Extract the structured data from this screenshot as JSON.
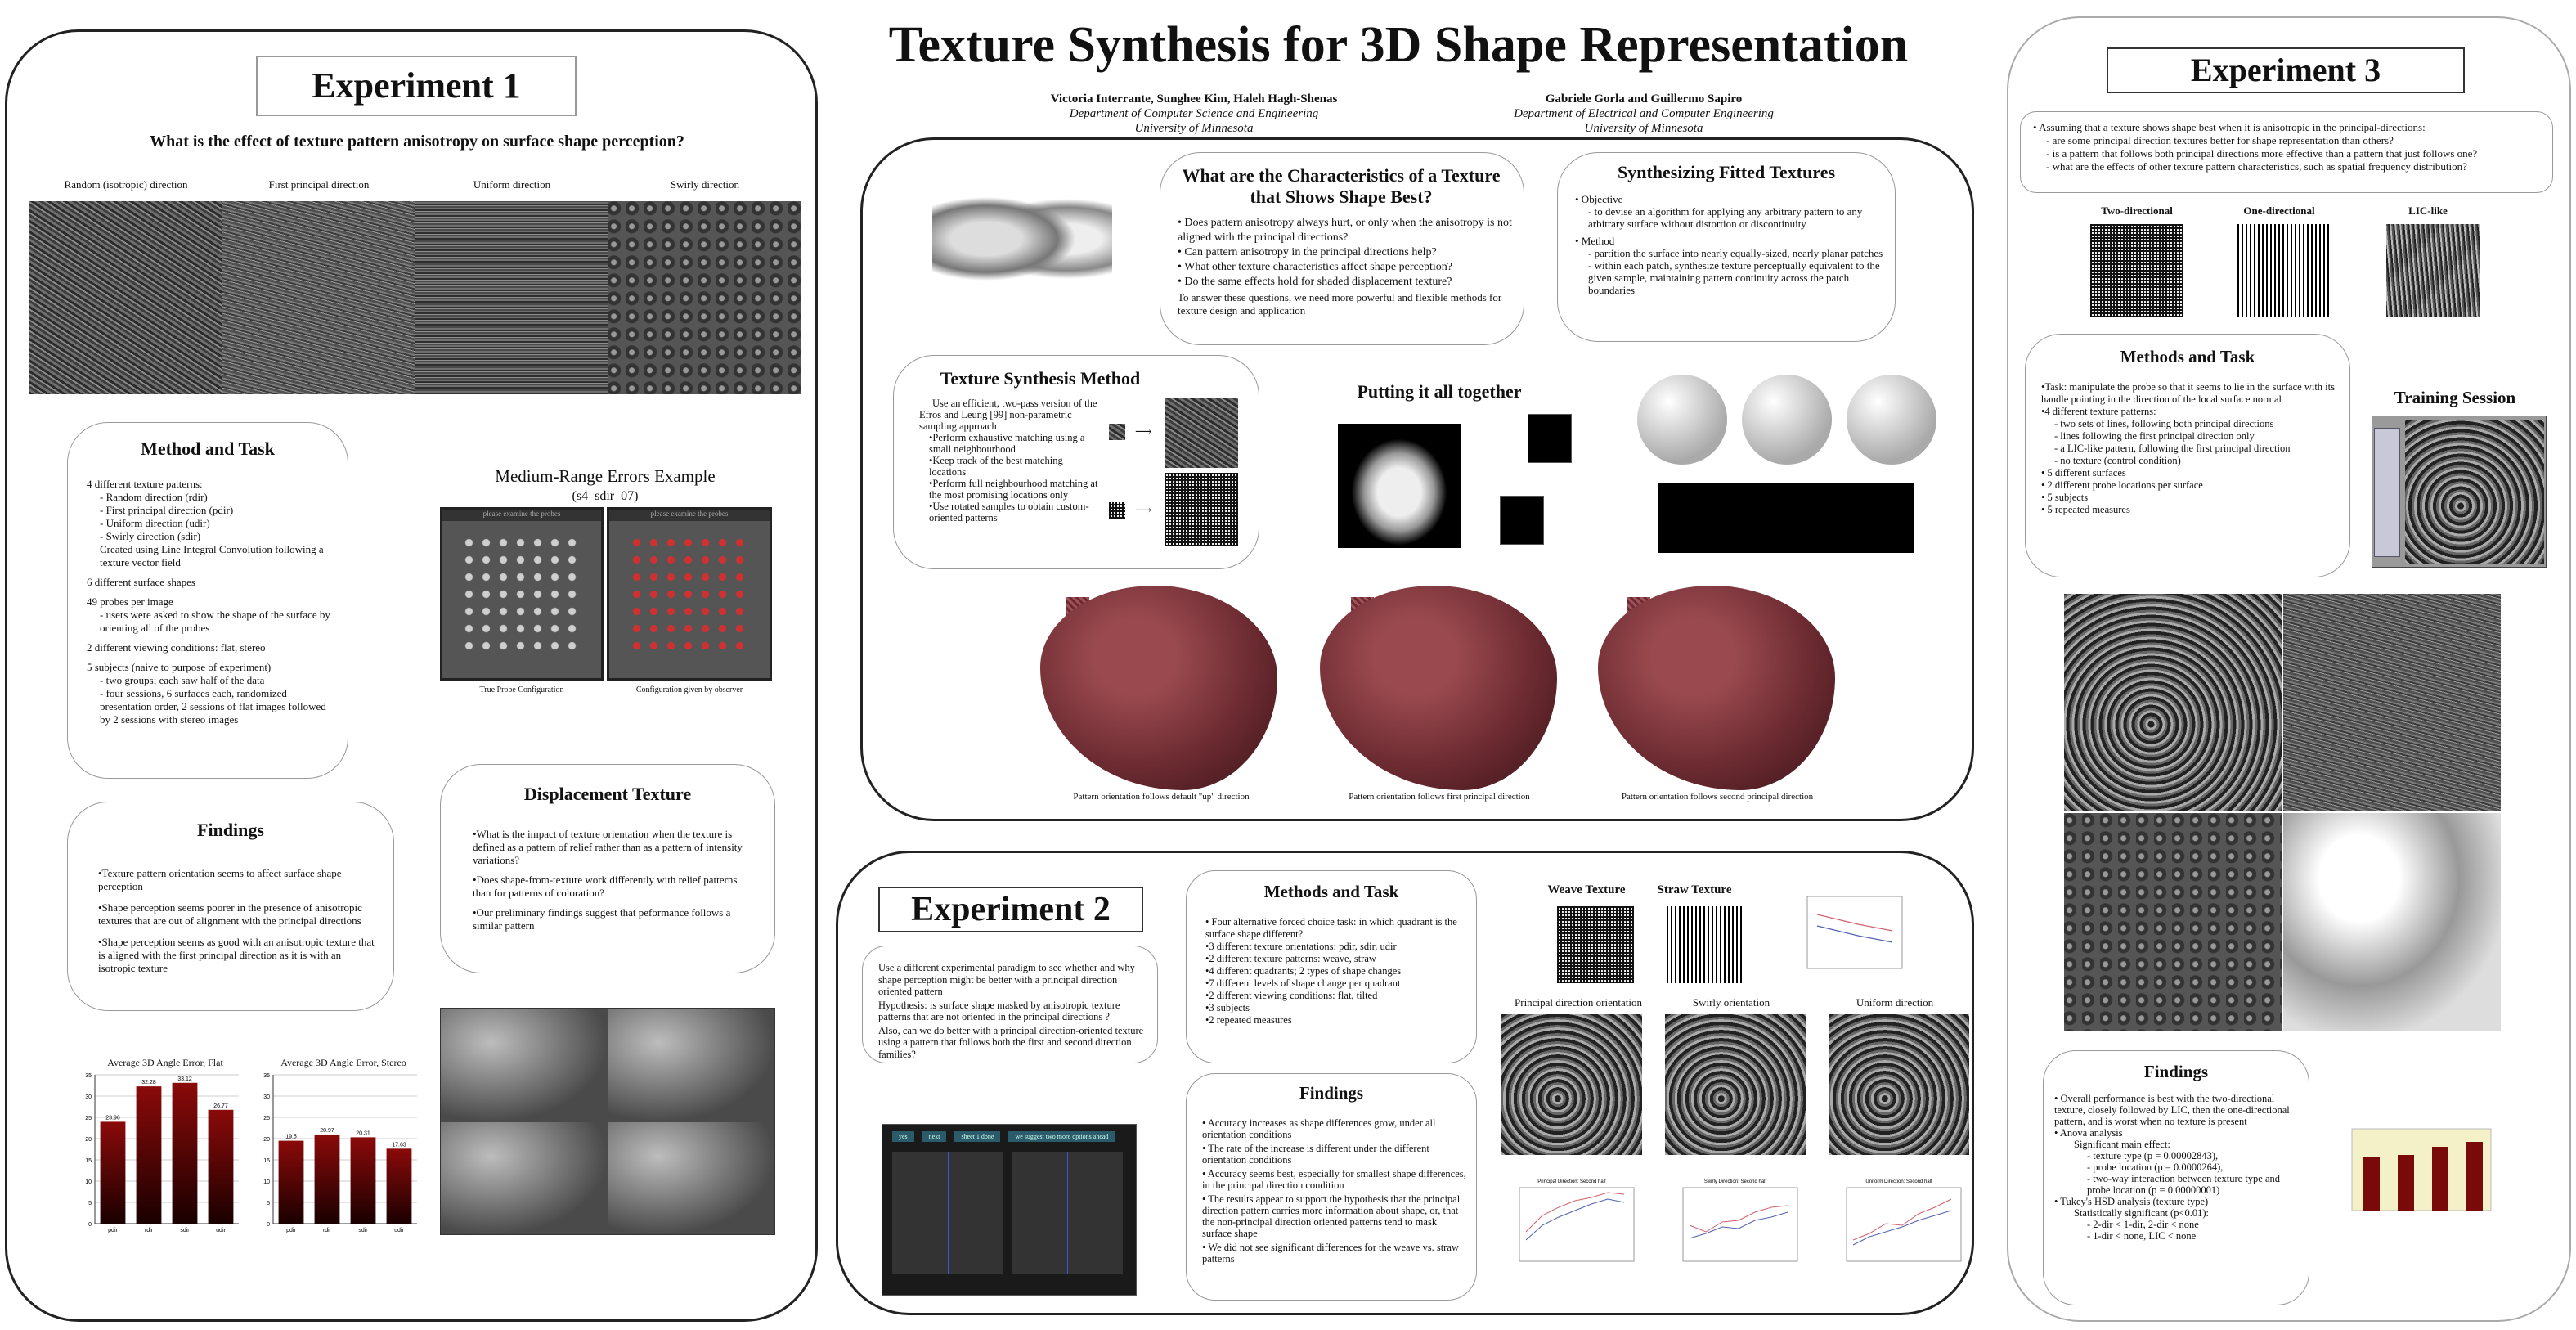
{
  "title": "Texture Synthesis for 3D Shape Representation",
  "authors_left": {
    "names": "Victoria Interrante, Sunghee Kim, Haleh Hagh-Shenas",
    "dept": "Department of Computer Science and Engineering",
    "univ": "University of Minnesota"
  },
  "authors_right": {
    "names": "Gabriele Gorla and Guillermo Sapiro",
    "dept": "Department of Electrical and Computer Engineering",
    "univ": "University of Minnesota"
  },
  "exp1": {
    "title": "Experiment 1",
    "question": "What is the effect of texture pattern anisotropy on surface shape perception?",
    "image_labels": [
      "Random (isotropic) direction",
      "First principal direction",
      "Uniform direction",
      "Swirly direction"
    ],
    "method": {
      "title": "Method and Task",
      "items": [
        "4 different texture patterns:",
        "- Random direction (rdir)",
        "- First principal direction (pdir)",
        "- Uniform direction (udir)",
        "- Swirly direction (sdir)",
        "Created using Line Integral Convolution following a texture vector field",
        "6 different surface shapes",
        "49 probes per image",
        "- users were asked to show the shape of the surface by orienting all of the probes",
        "2 different viewing conditions:  flat, stereo",
        "5 subjects (naive to purpose of experiment)",
        "- two groups; each saw half of the data",
        "- four sessions, 6 surfaces each, randomized presentation order, 2 sessions of flat images followed by 2 sessions with stereo images"
      ]
    },
    "errors": {
      "title": "Medium-Range Errors Example",
      "subtitle": "(s4_sdir_07)",
      "bar_left": "please examine the probes",
      "bar_right": "please examine the probes",
      "cap_left": "True Probe Configuration",
      "cap_right": "Configuration given by observer"
    },
    "findings": {
      "title": "Findings",
      "items": [
        "•Texture pattern orientation seems to affect surface shape perception",
        "•Shape perception seems poorer in the presence of anisotropic textures that are out of alignment with the principal directions",
        "•Shape perception seems as good with an anisotropic texture that is aligned with the first principal direction as it is with an isotropic texture"
      ]
    },
    "displacement": {
      "title": "Displacement Texture",
      "items": [
        "•What is the impact of texture orientation when the texture is defined as a pattern of relief rather than as a pattern  of intensity variations?",
        "•Does shape-from-texture work differently with relief patterns than for patterns of coloration?",
        "•Our preliminary findings suggest that peformance follows a similar pattern"
      ]
    }
  },
  "chart_data": [
    {
      "type": "bar",
      "title": "Average 3D Angle Error, Flat",
      "categories": [
        "pdir",
        "rdir",
        "sdir",
        "udir"
      ],
      "values": [
        23.96,
        32.28,
        33.12,
        26.77
      ],
      "ylim": [
        0,
        35
      ],
      "yticks": [
        "0",
        "5",
        "10",
        "15",
        "20",
        "25",
        "30",
        "35"
      ],
      "color": "#8b0a0a",
      "grid": true
    },
    {
      "type": "bar",
      "title": "Average 3D Angle Error, Stereo",
      "categories": [
        "pdir",
        "rdir",
        "sdir",
        "udir"
      ],
      "values": [
        19.5,
        20.97,
        20.31,
        17.63
      ],
      "ylim": [
        0,
        35
      ],
      "yticks": [
        "0",
        "5",
        "10",
        "15",
        "20",
        "25",
        "30",
        "35"
      ],
      "color": "#8b0a0a",
      "grid": true
    }
  ],
  "center": {
    "characteristics": {
      "title": "What are the Characteristics of a Texture that Shows Shape Best?",
      "items": [
        "• Does pattern anisotropy always hurt, or only when the anisotropy is not aligned with the principal directions?",
        "• Can pattern anisotropy in the principal directions help?",
        "• What other texture characteristics affect shape perception?",
        "• Do the same effects hold for shaded displacement texture?"
      ],
      "footer": "To answer these questions, we need more powerful and flexible methods  for texture design and application"
    },
    "fitted": {
      "title": "Synthesizing Fitted Textures",
      "items": [
        "• Objective",
        "- to devise an algorithm for applying any arbitrary pattern to any arbitrary surface without distortion or discontinuity",
        "• Method",
        "- partition the surface into nearly equally-sized, nearly planar patches",
        "- within each patch, synthesize texture perceptually equivalent to the given sample, maintaining pattern continuity across the patch boundaries"
      ]
    },
    "synthesis": {
      "title": "Texture Synthesis Method",
      "items": [
        "Use an efficient, two-pass version of the Efros and Leung [99] non-parametric sampling approach",
        "•Perform exhaustive matching using a small neighbourhood",
        "•Keep track of the best matching locations",
        "•Perform  full neighbourhood matching at the most promising locations only",
        "•Use rotated samples to obtain custom-oriented patterns"
      ]
    },
    "together": {
      "title": "Putting it all together"
    },
    "blob_caps": [
      "Pattern orientation follows default \"up\" direction",
      "Pattern orientation follows first principal direction",
      "Pattern orientation follows second principal direction"
    ]
  },
  "exp2": {
    "title": "Experiment 2",
    "intro": [
      "Use a different experimental paradigm to see whether and why shape perception might be better with a principal direction oriented pattern",
      "Hypothesis: is surface shape masked by anisotropic texture patterns that are not oriented in the principal directions ?",
      "Also, can we do better with a principal direction-oriented texture using a pattern that follows both the first and second direction families?"
    ],
    "screen_buttons": [
      "yes",
      "next",
      "sheet 1 done"
    ],
    "screen_msg": "we suggest two more options ahead",
    "method": {
      "title": "Methods and Task",
      "items": [
        "• Four alternative forced choice task: in which quadrant is the surface shape different?",
        "•3 different texture orientations:  pdir, sdir, udir",
        "•2 different texture patterns: weave, straw",
        "•4 different quadrants; 2 types of shape changes",
        "•7 different levels of shape change per quadrant",
        "•2 different viewing conditions:  flat, tilted",
        "•3 subjects",
        "•2 repeated measures"
      ]
    },
    "findings": {
      "title": "Findings",
      "items": [
        "• Accuracy increases as shape differences grow, under all orientation conditions",
        "• The rate of the increase is different under the different orientation conditions",
        "• Accuracy seems best, especially for smallest shape differences, in the principal direction condition",
        "• The results appear to support the hypothesis that the principal direction pattern carries more information about shape, or, that the non-principal direction oriented patterns tend to mask surface shape",
        "• We did not see significant differences for the weave vs. straw patterns"
      ]
    },
    "weave_label": "Weave Texture",
    "straw_label": "Straw Texture",
    "orient_labels": [
      "Principal direction orientation",
      "Swirly orientation",
      "Uniform direction"
    ],
    "plot_titles": [
      "Principal Direction: Second half",
      "Swirly Direction: Second half",
      "Uniform Direction: Second half"
    ]
  },
  "exp3": {
    "title": "Experiment 3",
    "intro": [
      "• Assuming that a texture shows shape best when it is anisotropic in the principal-directions:",
      "- are some principal direction textures better for shape representation than others?",
      "- is a pattern that follows both  principal directions more effective than a pattern that just follows one?",
      "- what are the effects of other texture pattern characteristics, such as spatial frequency distribution?"
    ],
    "swatch_labels": [
      "Two-directional",
      "One-directional",
      "LIC-like"
    ],
    "method": {
      "title": "Methods and Task",
      "items": [
        "•Task: manipulate the probe so that it seems to lie in the surface with its handle pointing in the direction of the local surface normal",
        "•4 different texture patterns:",
        "- two sets of lines, following both principal directions",
        "- lines following the first principal direction only",
        "- a LIC-like pattern, following the first principal direction",
        "- no texture (control condition)",
        "• 5 different surfaces",
        "• 2 different probe locations per surface",
        "• 5 subjects",
        "• 5 repeated measures"
      ]
    },
    "training": "Training Session",
    "findings": {
      "title": "Findings",
      "items": [
        "• Overall performance is best with the two-directional texture, closely followed by LIC, then the one-directional pattern, and is worst when no texture is present",
        "• Anova analysis",
        "Significant main effect:",
        "- texture type (p = 0.00002843),",
        "- probe location (p = 0.0000264),",
        "- two-way interaction between texture type and probe location (p = 0.00000001)",
        "• Tukey's HSD analysis (texture type)",
        "Statistically significant (p<0.01):",
        "- 2-dir < 1-dir,  2-dir < none",
        "- 1-dir < none,  LIC < none"
      ]
    }
  }
}
